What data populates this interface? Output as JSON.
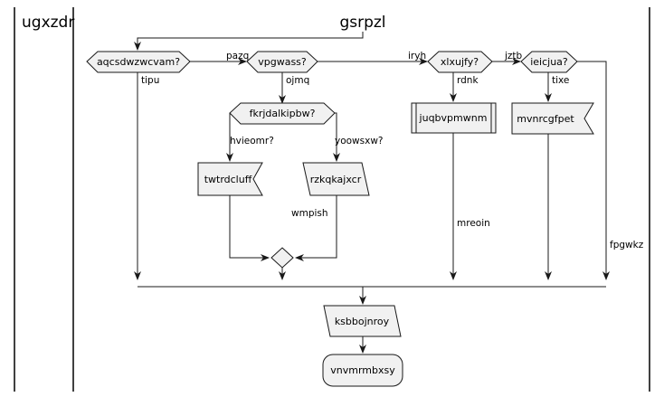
{
  "swimlanes": [
    {
      "id": "lane1",
      "title": "ugxzdr"
    },
    {
      "id": "lane2",
      "title": "gsrpzl"
    }
  ],
  "nodes": {
    "d1": {
      "label": "aqcsdwzwcvam?"
    },
    "d2": {
      "label": "vpgwass?"
    },
    "d3": {
      "label": "fkrjdalkipbw?"
    },
    "d4": {
      "label": "xlxujfy?"
    },
    "d5": {
      "label": "ieicjua?"
    },
    "a_twtrdcluff": {
      "label": "twtrdcluff"
    },
    "a_rzkqkajxcr": {
      "label": "rzkqkajxcr"
    },
    "a_juqbvpmwnm": {
      "label": "juqbvpmwnm"
    },
    "a_mvnrcgfpet": {
      "label": "mvnrcgfpet"
    },
    "a_ksbbojnroy": {
      "label": "ksbbojnroy"
    },
    "a_vnvmrmbxsy": {
      "label": "vnvmrmbxsy"
    }
  },
  "edges": {
    "d1_no": "pazq",
    "d1_yes": "tipu",
    "d2_no": "iryh",
    "d2_yes": "ojmq",
    "d3_yes": "hvieomr?",
    "d3_no": "yoowsxw?",
    "rz_out": "wmpish",
    "d4_no": "jztb",
    "d4_yes": "rdnk",
    "d5_yes": "tixe",
    "juq_out": "mreoin",
    "d5_no": "fpgwkz"
  }
}
